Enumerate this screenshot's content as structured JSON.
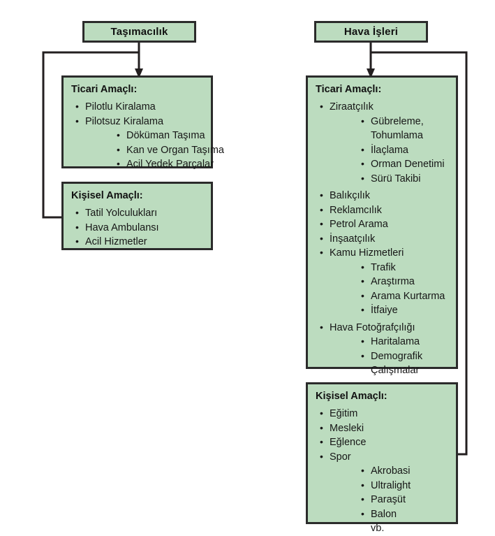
{
  "diagram": {
    "title_left": "Taşımacılık",
    "title_right": "Hava İşleri",
    "colors": {
      "box_fill": "#bcdcbf",
      "box_border": "#2b2b2b",
      "connector": "#231f20",
      "text": "#161616",
      "background": "#ffffff"
    }
  },
  "left_column": {
    "header": "Taşımacılık",
    "commercial": {
      "title": "Ticari Amaçlı:",
      "items": [
        {
          "level": 1,
          "text": "Pilotlu Kiralama"
        },
        {
          "level": 1,
          "text": "Pilotsuz Kiralama"
        },
        {
          "level": 2,
          "text": "Döküman Taşıma"
        },
        {
          "level": 2,
          "text": "Kan ve Organ Taşıma"
        },
        {
          "level": 2,
          "text": "Acil Yedek Parçalar"
        }
      ]
    },
    "personal": {
      "title": "Kişisel Amaçlı:",
      "items": [
        {
          "level": 1,
          "text": "Tatil Yolculukları"
        },
        {
          "level": 1,
          "text": "Hava Ambulansı"
        },
        {
          "level": 1,
          "text": "Acil Hizmetler"
        }
      ]
    }
  },
  "right_column": {
    "header": "Hava İşleri",
    "commercial": {
      "title": "Ticari Amaçlı:",
      "items": [
        {
          "level": 1,
          "text": "Ziraatçılık"
        },
        {
          "level": 2,
          "text": "Gübreleme,"
        },
        {
          "level": 0,
          "text": "Tohumlama"
        },
        {
          "level": 2,
          "text": "İlaçlama"
        },
        {
          "level": 2,
          "text": "Orman Denetimi"
        },
        {
          "level": 2,
          "text": "Sürü Takibi"
        },
        {
          "level": 1,
          "text": "Balıkçılık"
        },
        {
          "level": 1,
          "text": "Reklamcılık"
        },
        {
          "level": 1,
          "text": "Petrol Arama"
        },
        {
          "level": 1,
          "text": "İnşaatçılık"
        },
        {
          "level": 1,
          "text": "Kamu Hizmetleri"
        },
        {
          "level": 2,
          "text": "Trafik"
        },
        {
          "level": 2,
          "text": "Araştırma"
        },
        {
          "level": 2,
          "text": "Arama Kurtarma"
        },
        {
          "level": 2,
          "text": "İtfaiye"
        },
        {
          "level": 1,
          "text": "Hava Fotoğrafçılığı"
        },
        {
          "level": 2,
          "text": "Haritalama"
        },
        {
          "level": 2,
          "text": "Demografik"
        },
        {
          "level": 0,
          "text": "Çalışmalar"
        }
      ]
    },
    "personal": {
      "title": "Kişisel Amaçlı:",
      "items": [
        {
          "level": 1,
          "text": "Eğitim"
        },
        {
          "level": 1,
          "text": "Mesleki"
        },
        {
          "level": 1,
          "text": "Eğlence"
        },
        {
          "level": 1,
          "text": "Spor"
        },
        {
          "level": 2,
          "text": "Akrobasi"
        },
        {
          "level": 2,
          "text": "Ultralight"
        },
        {
          "level": 2,
          "text": "Paraşüt"
        },
        {
          "level": 2,
          "text": "Balon"
        },
        {
          "level": 0,
          "text": "vb."
        }
      ]
    }
  }
}
